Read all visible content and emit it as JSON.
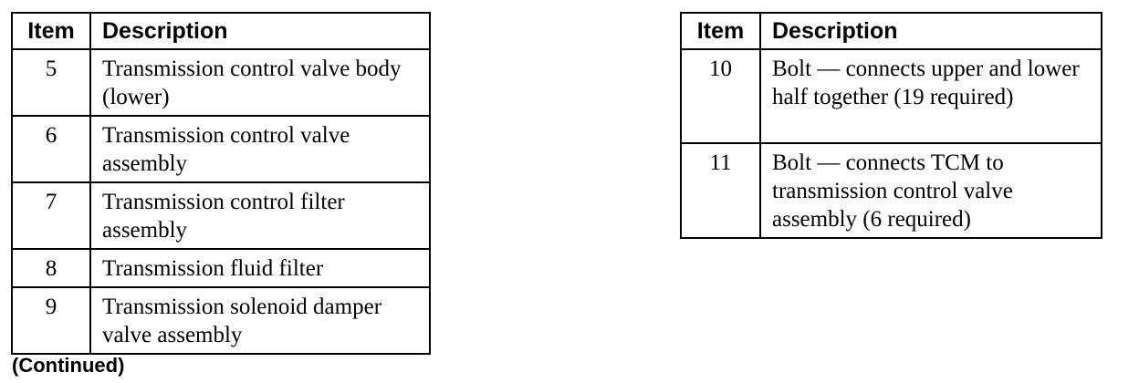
{
  "left_table": {
    "header": {
      "item": "Item",
      "description": "Description"
    },
    "rows": [
      {
        "item": "5",
        "description": "Transmission control valve body (lower)"
      },
      {
        "item": "6",
        "description": "Transmission control valve assembly"
      },
      {
        "item": "7",
        "description": "Transmission control filter assembly"
      },
      {
        "item": "8",
        "description": "Transmission fluid filter"
      },
      {
        "item": "9",
        "description": "Transmission solenoid damper valve assembly"
      }
    ]
  },
  "right_table": {
    "header": {
      "item": "Item",
      "description": "Description"
    },
    "rows": [
      {
        "item": "10",
        "description": "Bolt — connects upper and lower half together (19 required)"
      },
      {
        "item": "11",
        "description": "Bolt — connects TCM to transmission control valve assembly (6 required)"
      }
    ]
  },
  "footer": {
    "continued": "(Continued)"
  }
}
